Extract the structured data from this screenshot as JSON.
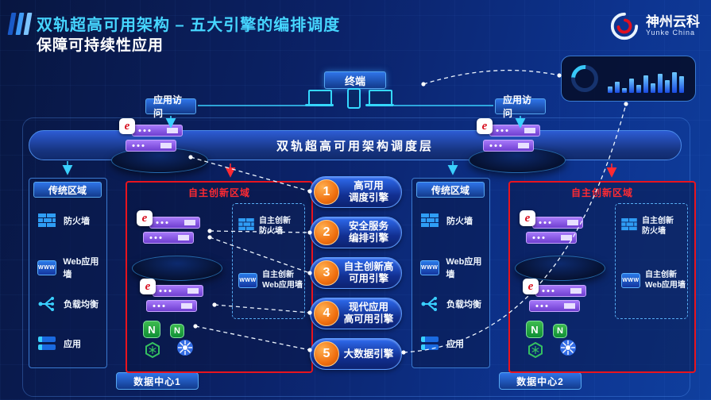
{
  "header": {
    "title": "双轨超高可用架构 – 五大引擎的编排调度",
    "subtitle": "保障可持续性应用",
    "logo": {
      "name": "神州云科",
      "sub": "Yunke China"
    }
  },
  "terminal": {
    "label": "终端"
  },
  "access": {
    "left": "应用访问",
    "right": "应用访问"
  },
  "scheduler": {
    "label": "双轨超高可用架构调度层"
  },
  "engines": [
    {
      "num": "1",
      "label": "高可用\n调度引擎"
    },
    {
      "num": "2",
      "label": "安全服务\n编排引擎"
    },
    {
      "num": "3",
      "label": "自主创新高\n可用引擎"
    },
    {
      "num": "4",
      "label": "现代应用\n高可用引擎"
    },
    {
      "num": "5",
      "label": "大数据引擎"
    }
  ],
  "datacenter1": {
    "traditional": {
      "title": "传统区域",
      "items": [
        "防火墙",
        "Web应用墙",
        "负载均衡",
        "应用"
      ]
    },
    "innovation": {
      "title": "自主创新区域",
      "firewall_label": "自主创新\n防火墙",
      "waf_label": "自主创新\nWeb应用墙"
    },
    "footer": "数据中心1"
  },
  "datacenter2": {
    "traditional": {
      "title": "传统区域",
      "items": [
        "防火墙",
        "Web应用墙",
        "负载均衡",
        "应用"
      ]
    },
    "innovation": {
      "title": "自主创新区域",
      "firewall_label": "自主创新\n防火墙",
      "waf_label": "自主创新\nWeb应用墙"
    },
    "footer": "数据中心2"
  },
  "dashboard": {
    "bars": [
      8,
      14,
      6,
      18,
      10,
      22,
      12,
      24,
      16,
      26,
      21
    ]
  },
  "icons": {
    "www": "WWW",
    "nginx": "N",
    "logo_letter": "e"
  },
  "colors": {
    "accent": "#46d6ff",
    "red": "#e8141e",
    "orange": "#f07818",
    "purple": "#8a5ae8"
  }
}
